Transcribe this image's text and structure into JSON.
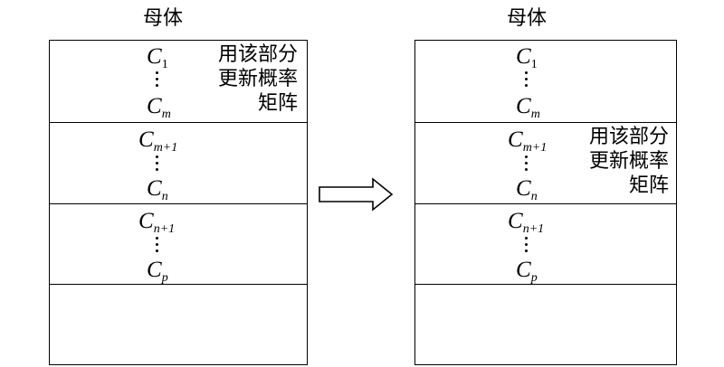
{
  "left": {
    "title": "母体",
    "var1_sub": "1",
    "var_m_sub": "m",
    "var_m1_sub": "m+1",
    "var_n_sub": "n",
    "var_n1_sub": "n+1",
    "var_p_sub": "p",
    "var_letter": "C",
    "note_lines": [
      "用该部分",
      "更新概率",
      "矩阵"
    ]
  },
  "right": {
    "title": "母体",
    "var1_sub": "1",
    "var_m_sub": "m",
    "var_m1_sub": "m+1",
    "var_n_sub": "n",
    "var_n1_sub": "n+1",
    "var_p_sub": "p",
    "var_letter": "C",
    "note_lines": [
      "用该部分",
      "更新概率",
      "矩阵"
    ]
  }
}
